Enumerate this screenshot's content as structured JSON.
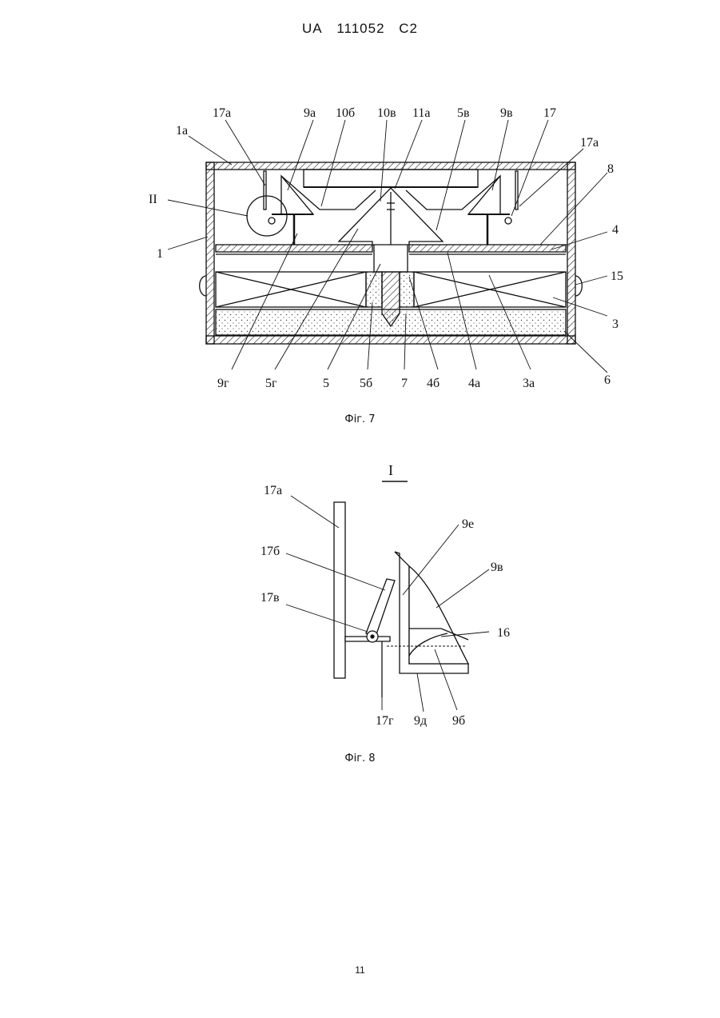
{
  "header": {
    "country": "UA",
    "number": "111052",
    "kind": "C2"
  },
  "page_number": "11",
  "figure7": {
    "caption": "Фіг. 7",
    "labels": {
      "l_17a_left": "17а",
      "l_1a": "1а",
      "l_9a": "9а",
      "l_10b": "10б",
      "l_10v": "10в",
      "l_11a": "11а",
      "l_5v": "5в",
      "l_9v": "9в",
      "l_17": "17",
      "l_17a_right": "17а",
      "l_8": "8",
      "l_II": "ІІ",
      "l_1": "1",
      "l_4": "4",
      "l_15": "15",
      "l_3": "3",
      "l_6": "6",
      "l_9g": "9г",
      "l_5g": "5г",
      "l_5": "5",
      "l_5b": "5б",
      "l_7": "7",
      "l_4b": "4б",
      "l_4a": "4а",
      "l_3a": "3а"
    }
  },
  "figure8": {
    "caption": "Фіг. 8",
    "section_label": "І",
    "labels": {
      "l_17a": "17а",
      "l_9e": "9е",
      "l_17b": "17б",
      "l_9v": "9в",
      "l_17v": "17в",
      "l_16": "16",
      "l_17g": "17г",
      "l_9d": "9д",
      "l_9b": "9б"
    }
  }
}
